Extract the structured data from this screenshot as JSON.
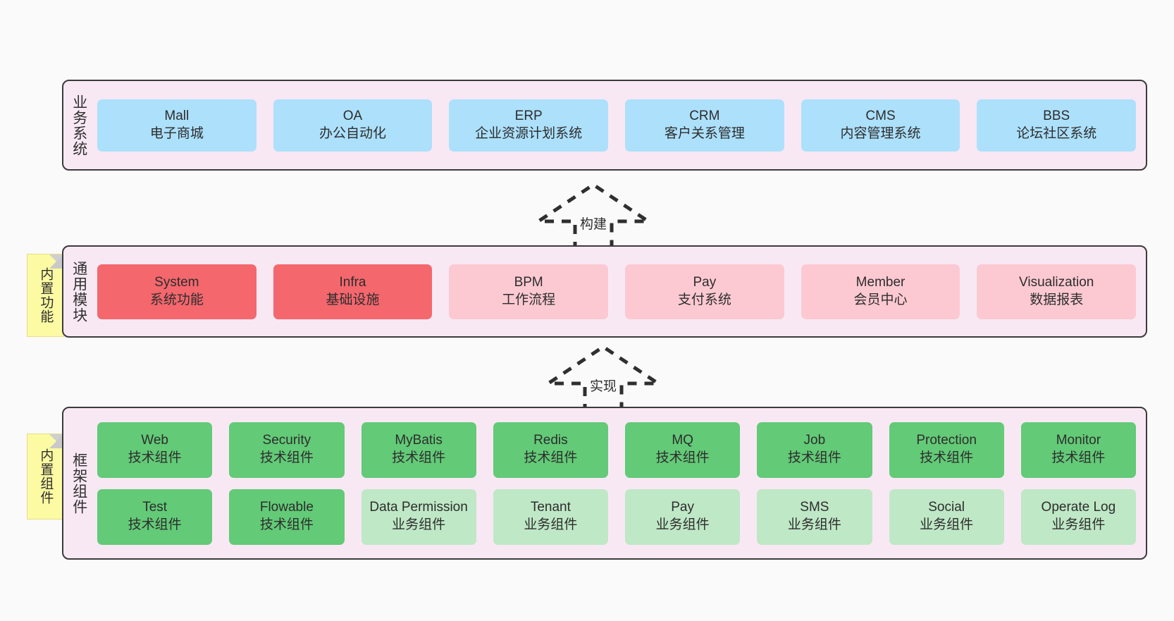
{
  "diagram": {
    "background_color": "#fafafa",
    "layer_fill": "#f8e8f4",
    "layer_border": "#3b3b3b",
    "note_fill": "#fcfaa2"
  },
  "layers": [
    {
      "id": "business",
      "title": "业务系统",
      "rows": [
        {
          "cells": [
            {
              "t1": "Mall",
              "t2": "电子商城",
              "color": "#ace0fb",
              "style": "c-blue"
            },
            {
              "t1": "OA",
              "t2": "办公自动化",
              "color": "#ace0fb",
              "style": "c-blue"
            },
            {
              "t1": "ERP",
              "t2": "企业资源计划系统",
              "color": "#ace0fb",
              "style": "c-blue"
            },
            {
              "t1": "CRM",
              "t2": "客户关系管理",
              "color": "#ace0fb",
              "style": "c-blue"
            },
            {
              "t1": "CMS",
              "t2": "内容管理系统",
              "color": "#ace0fb",
              "style": "c-blue"
            },
            {
              "t1": "BBS",
              "t2": "论坛社区系统",
              "color": "#ace0fb",
              "style": "c-blue"
            }
          ]
        }
      ]
    },
    {
      "id": "common",
      "title": "通用模块",
      "note": "内置功能",
      "rows": [
        {
          "cells": [
            {
              "t1": "System",
              "t2": "系统功能",
              "color": "#f4676d",
              "style": "c-red"
            },
            {
              "t1": "Infra",
              "t2": "基础设施",
              "color": "#f4676d",
              "style": "c-red"
            },
            {
              "t1": "BPM",
              "t2": "工作流程",
              "color": "#fcc9d2",
              "style": "c-pink"
            },
            {
              "t1": "Pay",
              "t2": "支付系统",
              "color": "#fcc9d2",
              "style": "c-pink"
            },
            {
              "t1": "Member",
              "t2": "会员中心",
              "color": "#fcc9d2",
              "style": "c-pink"
            },
            {
              "t1": "Visualization",
              "t2": "数据报表",
              "color": "#fcc9d2",
              "style": "c-pink"
            }
          ]
        }
      ]
    },
    {
      "id": "framework",
      "title": "框架组件",
      "note": "内置组件",
      "rows": [
        {
          "cells": [
            {
              "t1": "Web",
              "t2": "技术组件",
              "color": "#63ca77",
              "style": "c-green"
            },
            {
              "t1": "Security",
              "t2": "技术组件",
              "color": "#63ca77",
              "style": "c-green"
            },
            {
              "t1": "MyBatis",
              "t2": "技术组件",
              "color": "#63ca77",
              "style": "c-green"
            },
            {
              "t1": "Redis",
              "t2": "技术组件",
              "color": "#63ca77",
              "style": "c-green"
            },
            {
              "t1": "MQ",
              "t2": "技术组件",
              "color": "#63ca77",
              "style": "c-green"
            },
            {
              "t1": "Job",
              "t2": "技术组件",
              "color": "#63ca77",
              "style": "c-green"
            },
            {
              "t1": "Protection",
              "t2": "技术组件",
              "color": "#63ca77",
              "style": "c-green"
            },
            {
              "t1": "Monitor",
              "t2": "技术组件",
              "color": "#63ca77",
              "style": "c-green"
            }
          ]
        },
        {
          "cells": [
            {
              "t1": "Test",
              "t2": "技术组件",
              "color": "#63ca77",
              "style": "c-green"
            },
            {
              "t1": "Flowable",
              "t2": "技术组件",
              "color": "#63ca77",
              "style": "c-green"
            },
            {
              "t1": "Data Permission",
              "t2": "业务组件",
              "color": "#bfe8c6",
              "style": "c-greenlight"
            },
            {
              "t1": "Tenant",
              "t2": "业务组件",
              "color": "#bfe8c6",
              "style": "c-greenlight"
            },
            {
              "t1": "Pay",
              "t2": "业务组件",
              "color": "#bfe8c6",
              "style": "c-greenlight"
            },
            {
              "t1": "SMS",
              "t2": "业务组件",
              "color": "#bfe8c6",
              "style": "c-greenlight"
            },
            {
              "t1": "Social",
              "t2": "业务组件",
              "color": "#bfe8c6",
              "style": "c-greenlight"
            },
            {
              "t1": "Operate Log",
              "t2": "业务组件",
              "color": "#bfe8c6",
              "style": "c-greenlight"
            }
          ]
        }
      ]
    }
  ],
  "arrows": [
    {
      "id": "build",
      "label": "构建",
      "direction": "up",
      "style": "dashed-hollow"
    },
    {
      "id": "impl",
      "label": "实现",
      "direction": "up",
      "style": "dashed-hollow"
    }
  ]
}
